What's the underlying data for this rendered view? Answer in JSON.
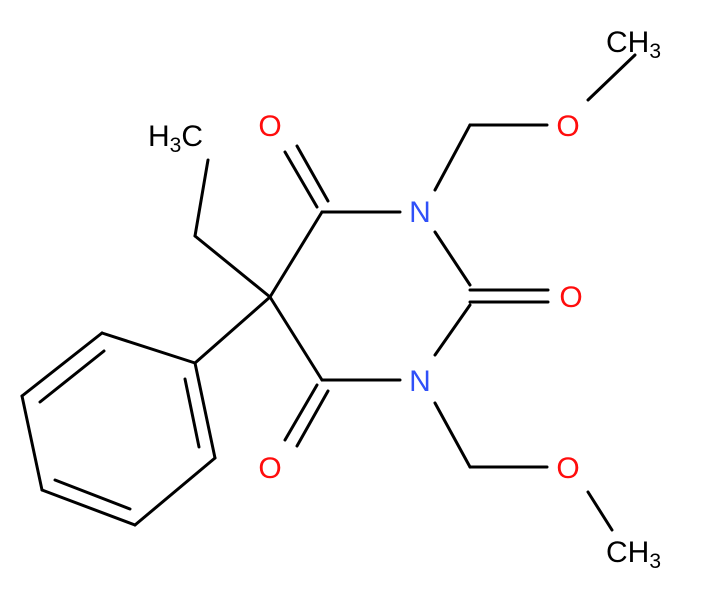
{
  "colors": {
    "bond": "#000000",
    "oxygen": "#ff0d0d",
    "nitrogen": "#3050f8",
    "carbon_label": "#000000"
  },
  "atoms": {
    "ch3_top": {
      "main": "CH",
      "sub": "3"
    },
    "o_top_ether": "O",
    "n_top": "N",
    "o_c4": "O",
    "h3c_ethyl": {
      "main": "H",
      "sub": "3",
      "tail": "C"
    },
    "o_c2": "O",
    "n_bottom": "N",
    "o_c6": "O",
    "o_bottom_ether": "O",
    "ch3_bottom": {
      "main": "CH",
      "sub": "3"
    }
  }
}
